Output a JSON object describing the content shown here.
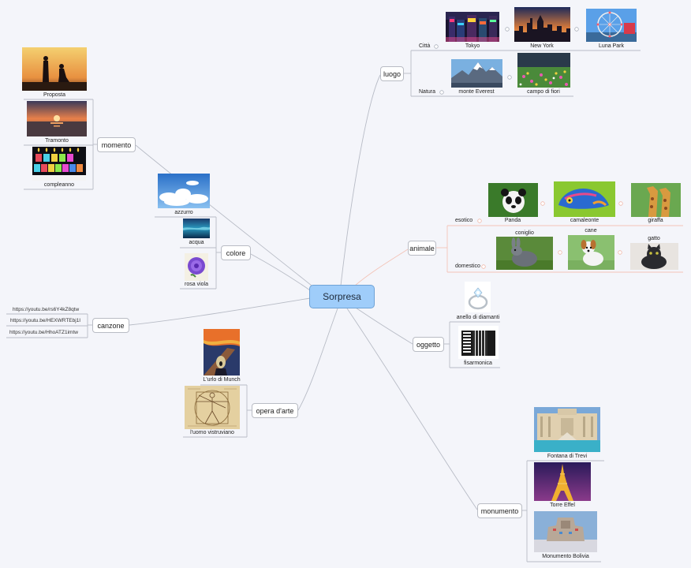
{
  "central": {
    "label": "Sorpresa"
  },
  "luogo": {
    "label": "luogo",
    "citta": {
      "label": "Città",
      "items": [
        "Tokyo",
        "New York",
        "Luna Park"
      ]
    },
    "natura": {
      "label": "Natura",
      "items": [
        "monte Everest",
        "campo di fiori"
      ]
    }
  },
  "animale": {
    "label": "animale",
    "esotico": {
      "label": "esotico",
      "items": [
        "Panda",
        "camaleonte",
        "giraffa"
      ]
    },
    "domestico": {
      "label": "domestico",
      "items": [
        "coniglio",
        "cane",
        "gatto"
      ]
    }
  },
  "oggetto": {
    "label": "oggetto",
    "items": [
      "anello di diamanti",
      "fisarmonica"
    ]
  },
  "monumento": {
    "label": "monumento",
    "items": [
      "Fontana di Trevi",
      "Torre Effel",
      "Monumento Bolivia"
    ]
  },
  "momento": {
    "label": "momento",
    "items": [
      "Proposta",
      "Tramonto",
      "compleanno"
    ]
  },
  "colore": {
    "label": "colore",
    "items": [
      "azzurro",
      "acqua",
      "rosa viola"
    ]
  },
  "canzone": {
    "label": "canzone",
    "links": [
      "https://youtu.be/rs6Y4kZ8qtw",
      "https://youtu.be/HEXWRTEbj1I",
      "https://youtu.be/HhoATZ1imtw"
    ]
  },
  "opera": {
    "label": "opera d'arte",
    "items": [
      "L'urlo di Munch",
      "l'uomo vistruviano"
    ]
  },
  "colors": {
    "central": "#9fcdfa",
    "line": "#b8bcc6",
    "line_animal": "#f3c4b8",
    "background": "#f4f5fa"
  }
}
